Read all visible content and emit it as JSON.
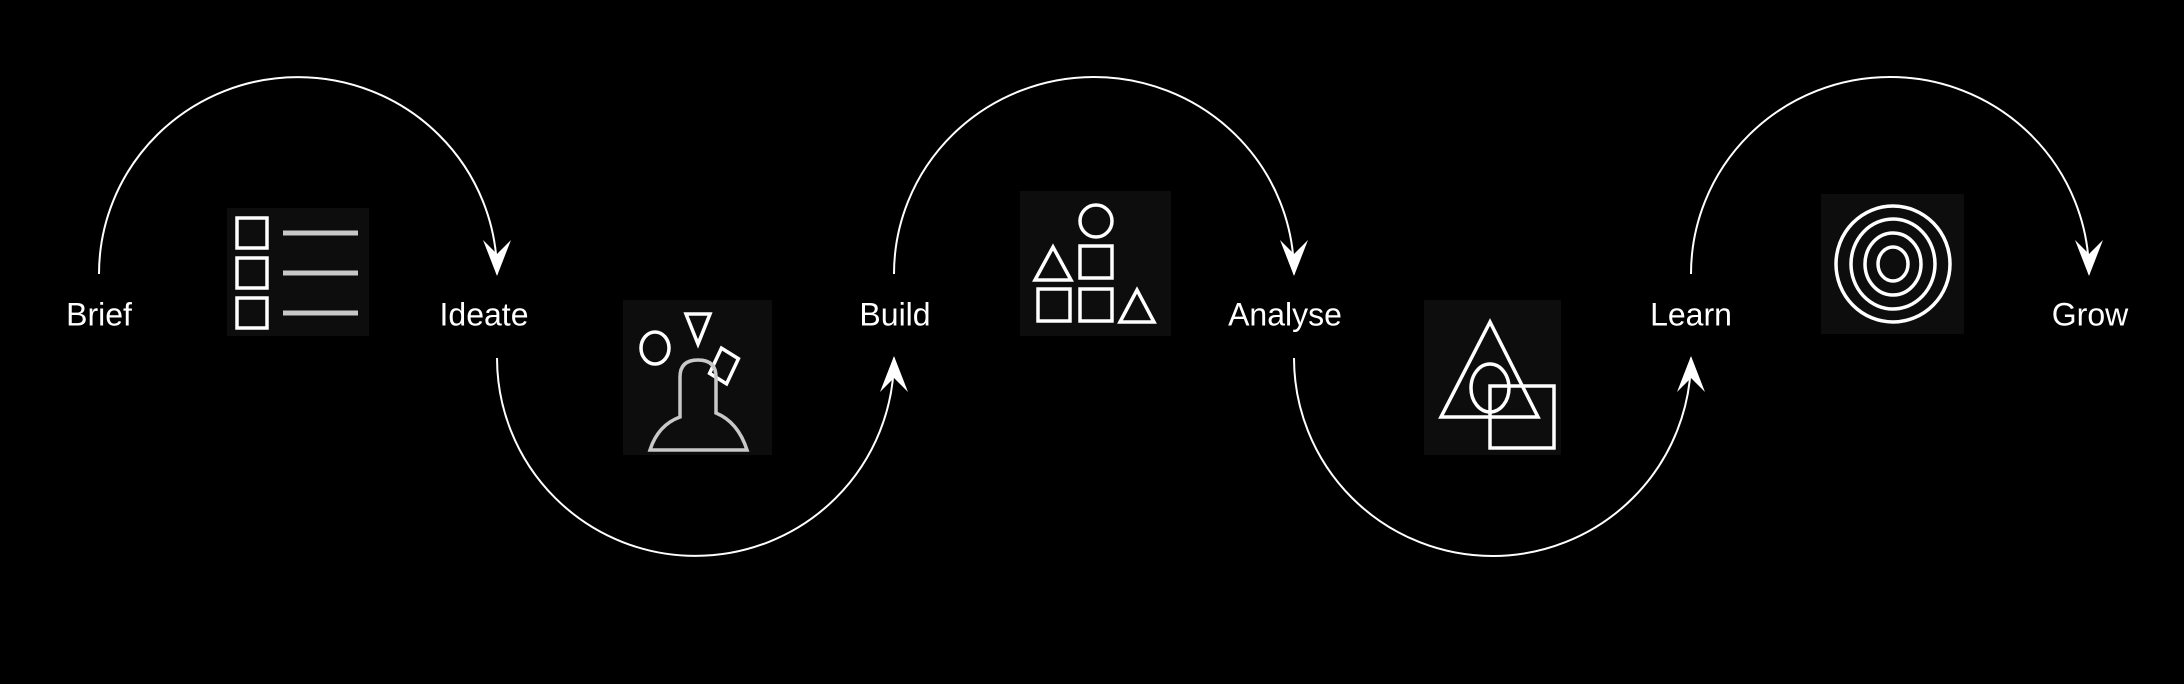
{
  "steps": [
    {
      "label": "Brief"
    },
    {
      "label": "Ideate"
    },
    {
      "label": "Build"
    },
    {
      "label": "Analyse"
    },
    {
      "label": "Learn"
    },
    {
      "label": "Grow"
    }
  ],
  "icons": [
    "checklist-icon",
    "person-ideas-icon",
    "stacked-shapes-icon",
    "overlapping-shapes-icon",
    "target-icon"
  ],
  "colors": {
    "background": "#000000",
    "foreground": "#ffffff",
    "icon_tile": "#0d0d0d"
  }
}
